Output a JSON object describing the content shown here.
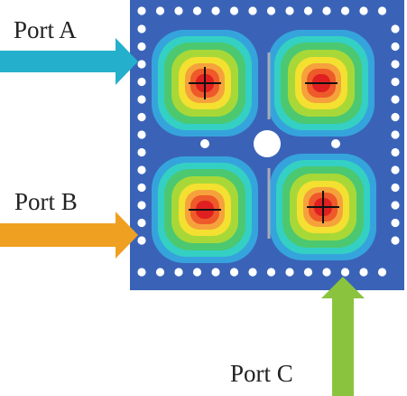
{
  "labels": {
    "port_a": "Port A",
    "port_b": "Port B",
    "port_c": "Port C"
  },
  "colors": {
    "board": "#3a63b8",
    "arrow_a": "#24b0cc",
    "arrow_b": "#f0a020",
    "arrow_c": "#8ac43f",
    "field_levels": [
      "#3a63b8",
      "#36a4dc",
      "#34d0c4",
      "#4cc870",
      "#a8d838",
      "#f4e030",
      "#f6a23c",
      "#ee5a2a",
      "#e02020"
    ],
    "via": "#ffffff"
  },
  "cavities": [
    {
      "name": "top-left",
      "marker": "plus"
    },
    {
      "name": "top-right",
      "marker": "minus"
    },
    {
      "name": "bottom-left",
      "marker": "minus"
    },
    {
      "name": "bottom-right",
      "marker": "plus"
    }
  ]
}
